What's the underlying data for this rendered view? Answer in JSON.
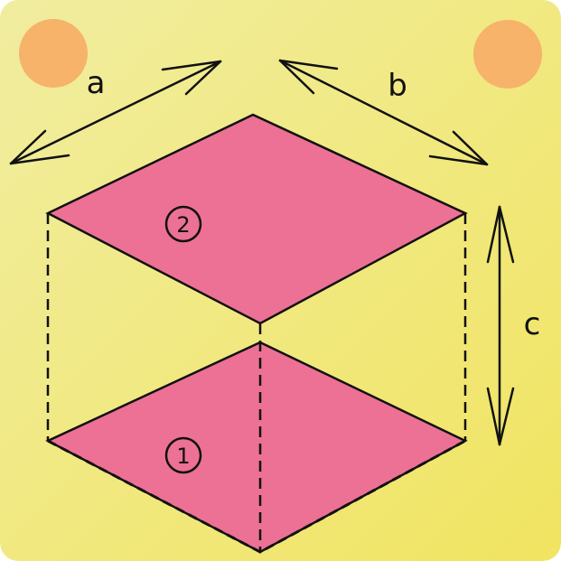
{
  "colors": {
    "background": "#f2ea8a",
    "face": "#ec7195",
    "dots": "#f7b36a",
    "ink": "#111111"
  },
  "labels": {
    "a": "a",
    "b": "b",
    "c": "c",
    "face_bottom": "1",
    "face_top": "2"
  },
  "icons": [
    "circle-dot",
    "double-arrow"
  ]
}
